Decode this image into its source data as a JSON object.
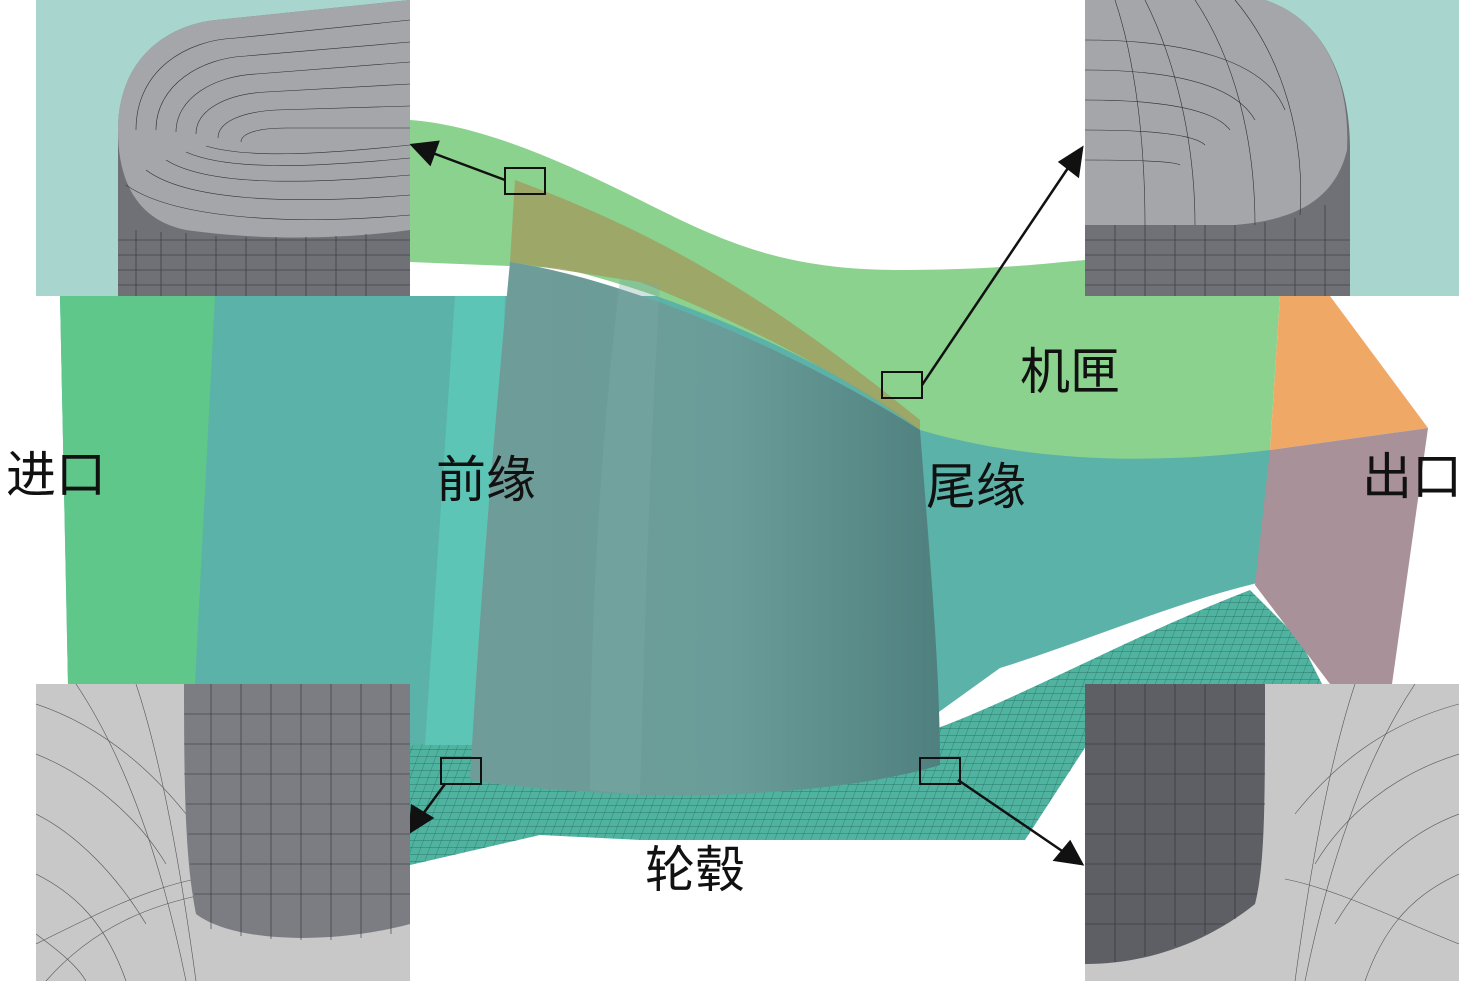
{
  "labels": {
    "inlet": "进口",
    "leading_edge": "前缘",
    "shroud": "机匣",
    "trailing_edge": "尾缘",
    "outlet": "出口",
    "hub": "轮毂"
  },
  "colors": {
    "inlet_face": "#5fc78a",
    "shroud_face": "#8dd48e",
    "outlet_face_top": "#f0a866",
    "outlet_face_bottom": "#a89198",
    "passage": "#5bb2a8",
    "blade": "#6a9c97",
    "hub_mesh": "#4fb3a0",
    "inset_bg_top": "#a8d6cf",
    "inset_bg_bottom": "#c8c8c8",
    "mesh_surface": "#8b8d92",
    "mesh_line": "#2f3033"
  }
}
